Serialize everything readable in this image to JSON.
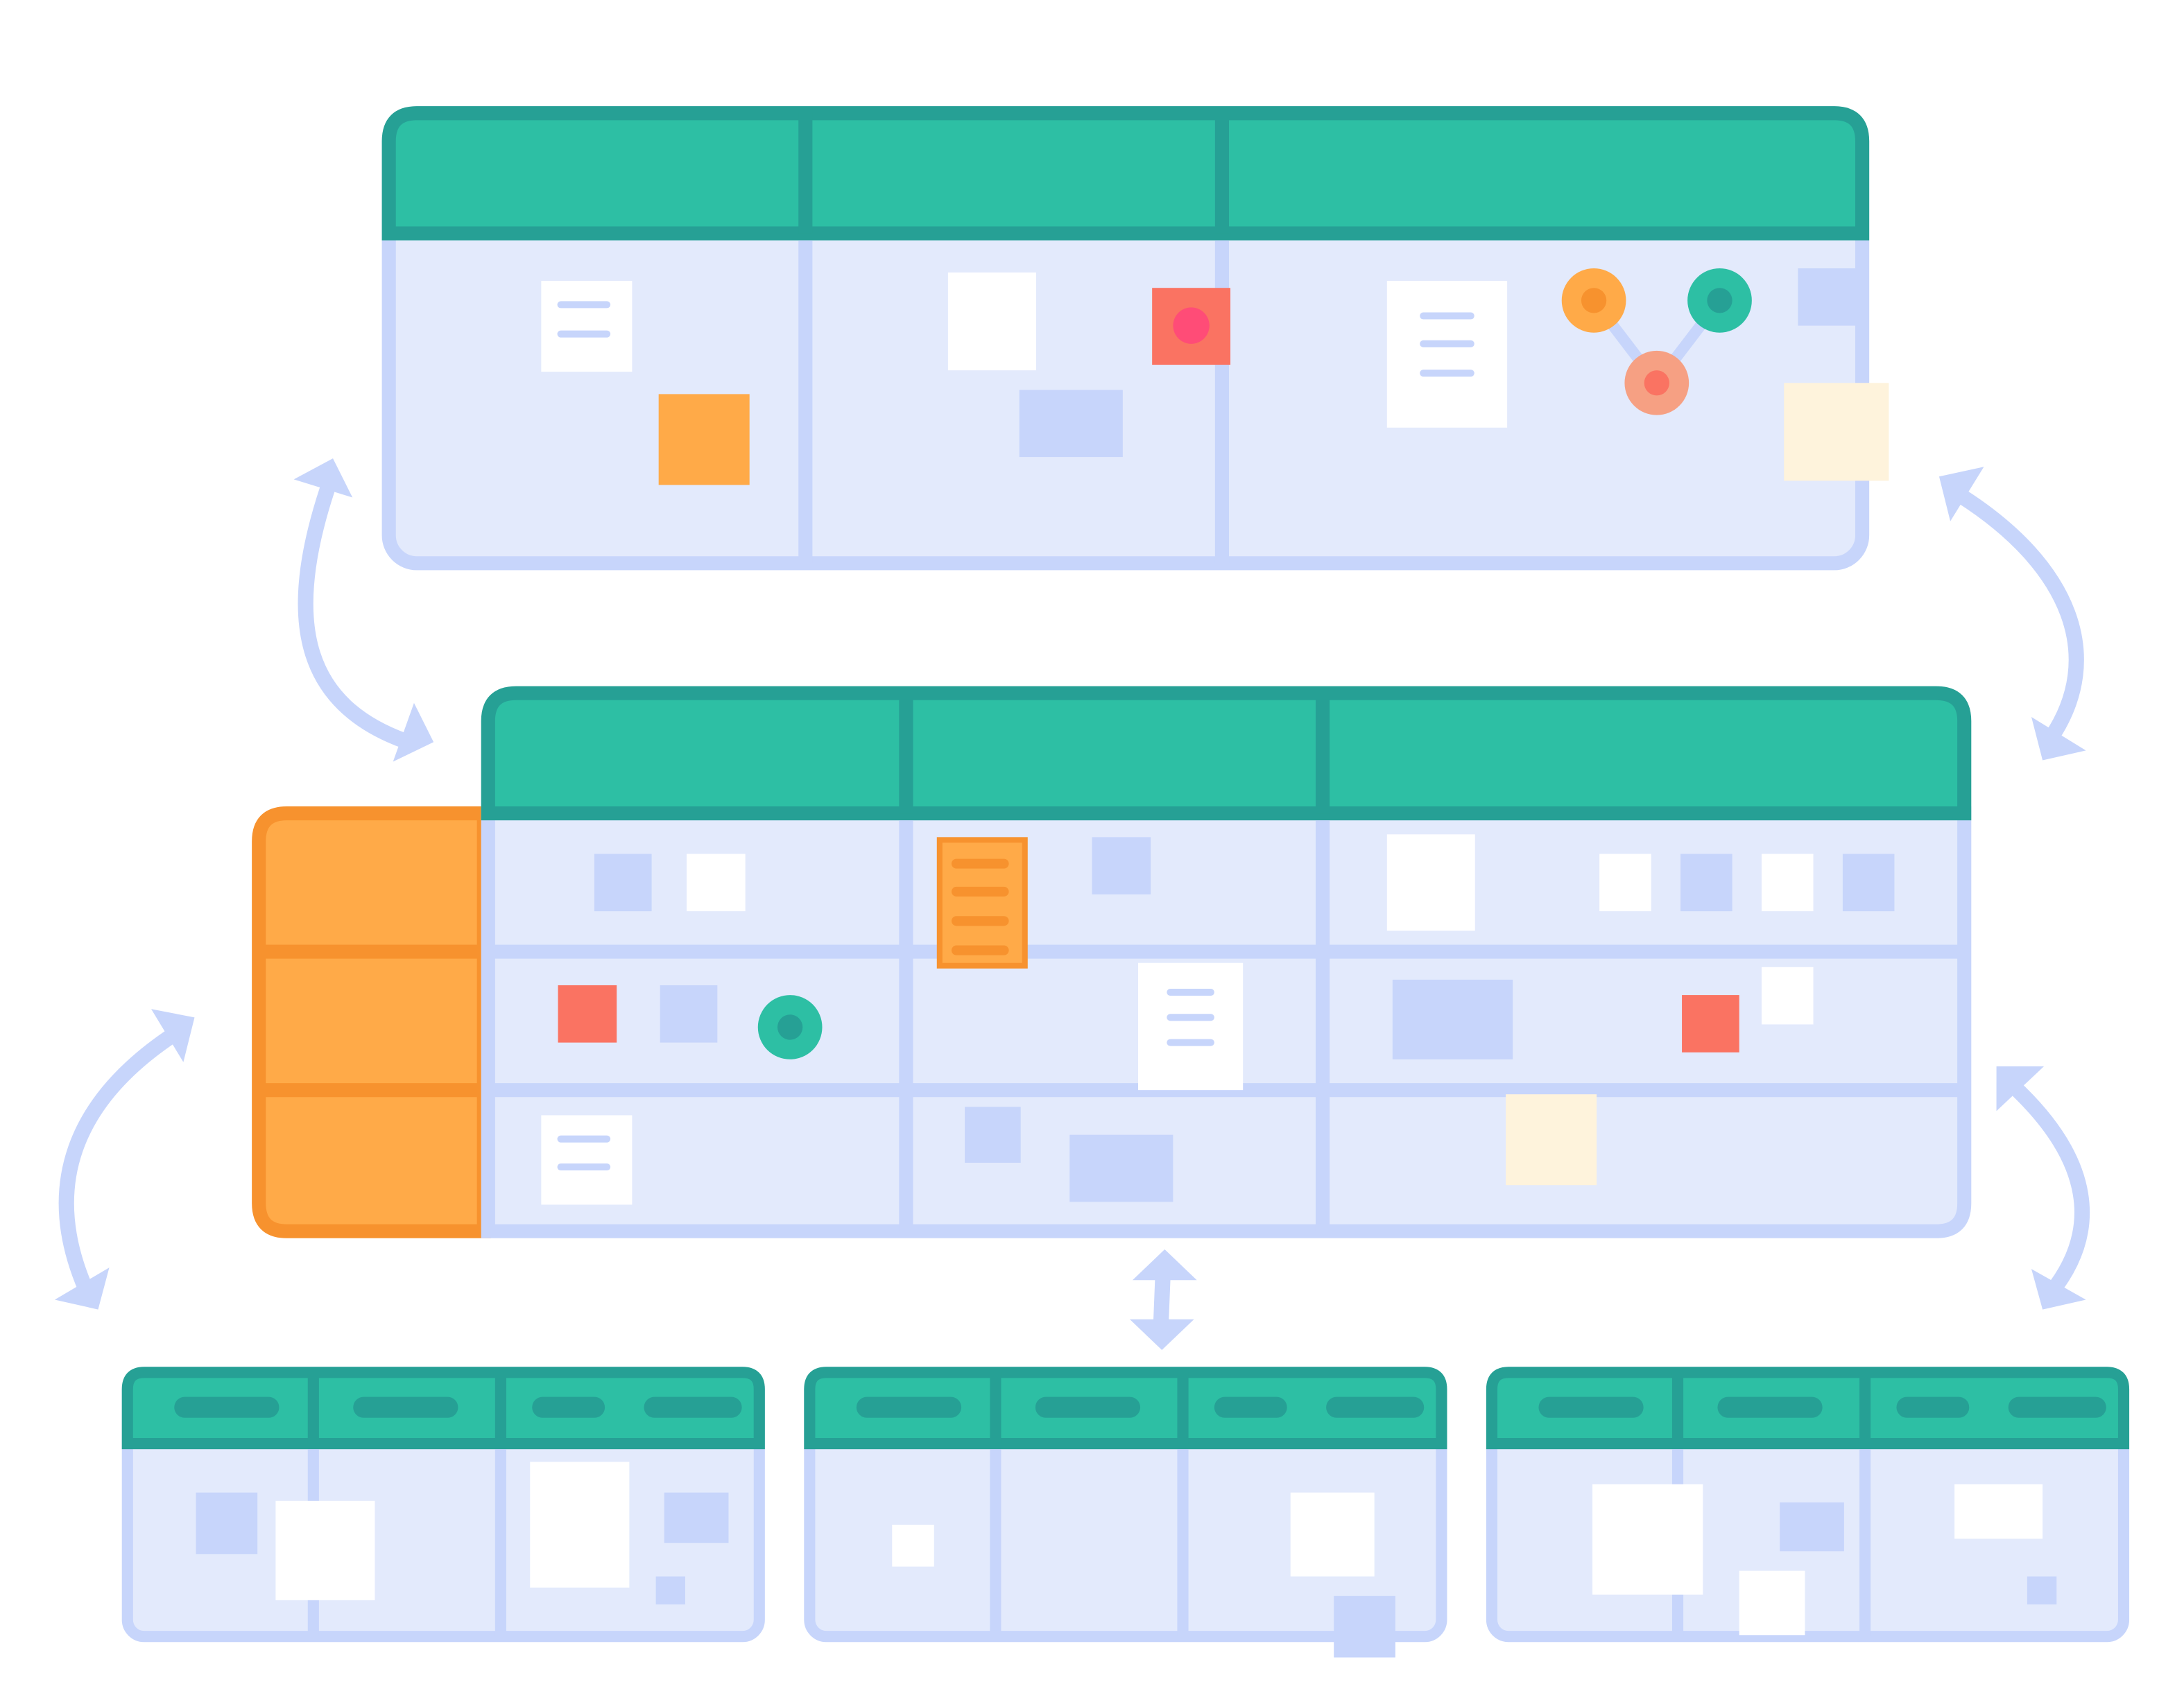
{
  "colors": {
    "header_fill": "#2DBFA4",
    "header_border": "#26A095",
    "body_fill": "#E3EAFC",
    "body_border": "#C7D5FB",
    "card_white": "#FFFFFF",
    "card_blue": "#C7D5FB",
    "card_orange": "#FFAA48",
    "card_orange_dark": "#F7922E",
    "card_red": "#FA7362",
    "card_cream": "#FEF3DC",
    "dot_pink": "#FF4C77",
    "node_orange": "#FFAA48",
    "node_teal": "#2DBFA4",
    "node_salmon": "#F6A083",
    "arrow": "#C7D5FB"
  },
  "boards": [
    {
      "id": "top",
      "columns": 3,
      "rows": 1
    },
    {
      "id": "middle",
      "columns": 3,
      "rows": 3,
      "row_header": true
    },
    {
      "id": "bottom-left",
      "columns": 3,
      "rows": 1
    },
    {
      "id": "bottom-center",
      "columns": 3,
      "rows": 1
    },
    {
      "id": "bottom-right",
      "columns": 3,
      "rows": 1
    }
  ],
  "connectors": [
    {
      "from": "top",
      "to": "middle",
      "style": "curved-double-arrow"
    },
    {
      "from": "top",
      "to": "middle",
      "style": "curved-double-arrow"
    },
    {
      "from": "middle",
      "to": "bottom-left",
      "style": "curved-double-arrow"
    },
    {
      "from": "middle",
      "to": "bottom-right",
      "style": "curved-double-arrow"
    },
    {
      "from": "middle",
      "to": "bottom-center",
      "style": "straight-double-arrow"
    }
  ]
}
